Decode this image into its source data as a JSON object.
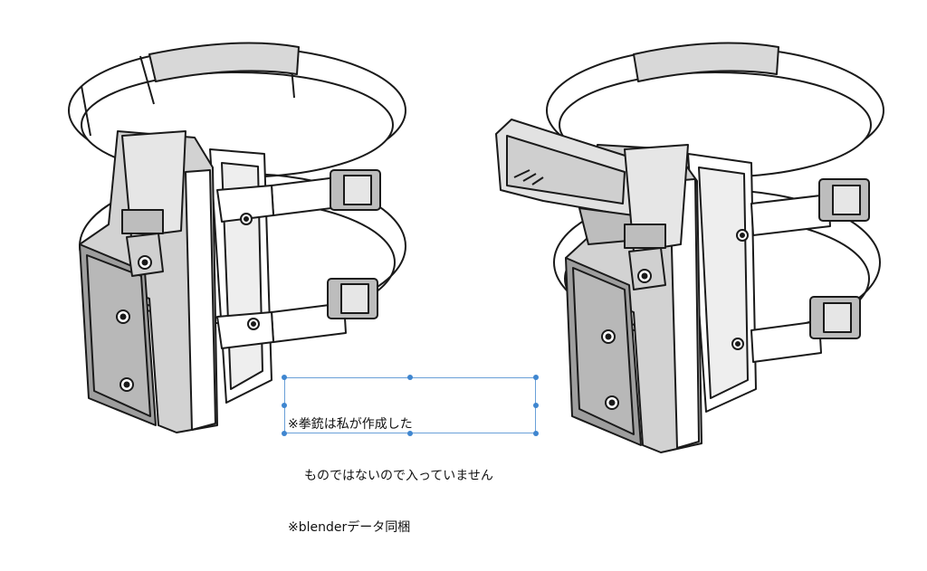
{
  "caption": {
    "line1": "※拳銃は私が作成した",
    "line2": "ものではないので入っていません",
    "line3": "※blenderデータ同梱"
  },
  "colors": {
    "selection_border": "#6aa0d8",
    "selection_handle": "#3f86d0",
    "line_art": "#1a1a1a",
    "light_gray": "#dcdcdc",
    "mid_gray": "#a8a8a8"
  },
  "illustrations": {
    "left": "holster-without-gun-illustration",
    "right": "holster-with-gun-illustration"
  }
}
